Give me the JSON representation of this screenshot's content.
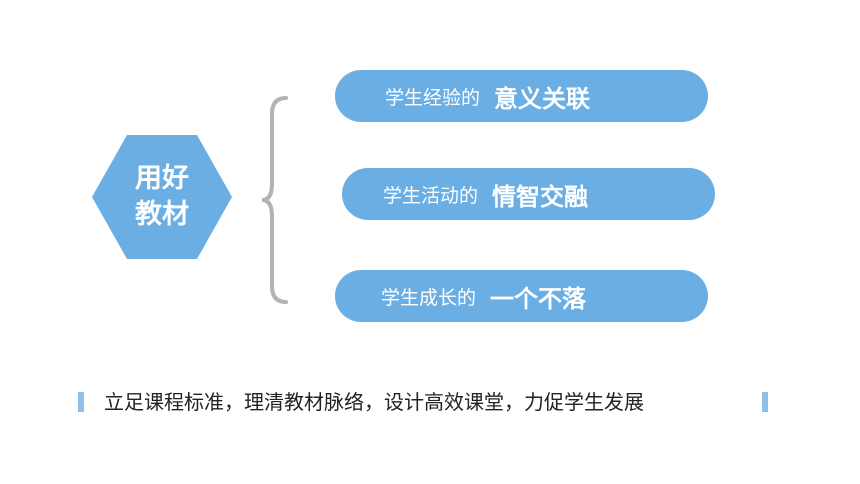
{
  "center": {
    "line1": "用好",
    "line2": "教材"
  },
  "items": [
    {
      "prefix": "学生经验的",
      "emphasis": "意义关联"
    },
    {
      "prefix": "学生活动的",
      "emphasis": "情智交融"
    },
    {
      "prefix": "学生成长的",
      "emphasis": "一个不落"
    }
  ],
  "footer": {
    "text": "立足课程标准，理清教材脉络，设计高效课堂，力促学生发展"
  },
  "colors": {
    "accent": "#6aaee3",
    "bar": "#8fc1e8",
    "brace": "#b3b3b3",
    "text": "#222222"
  }
}
